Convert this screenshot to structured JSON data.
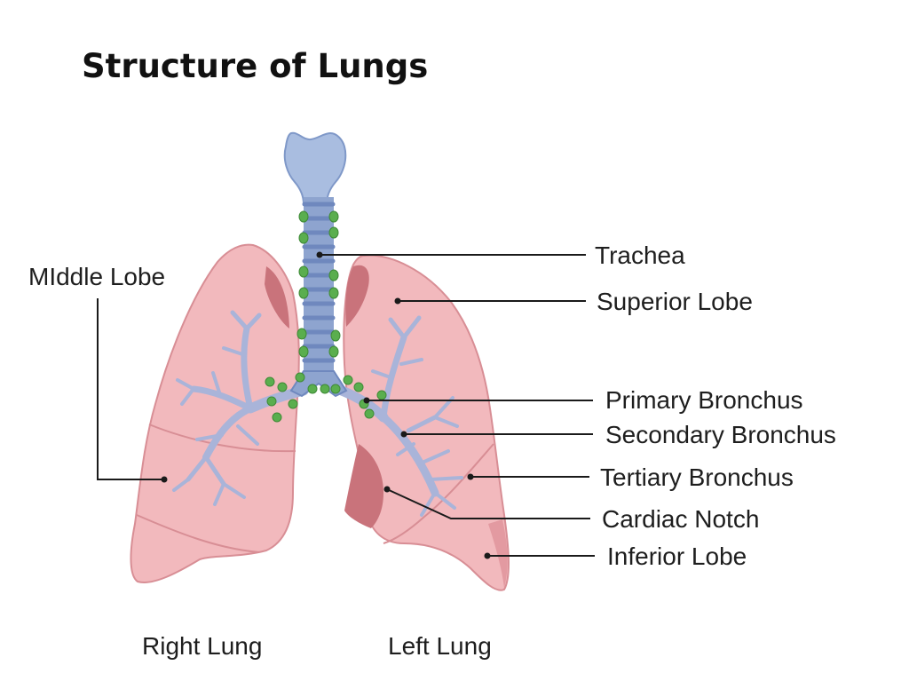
{
  "title": "Structure of Lungs",
  "labels": {
    "trachea": "Trachea",
    "superior_lobe": "Superior Lobe",
    "middle_lobe": "MIddle Lobe",
    "primary_bronchus": "Primary Bronchus",
    "secondary_bronchus": "Secondary Bronchus",
    "tertiary_bronchus": "Tertiary Bronchus",
    "cardiac_notch": "Cardiac Notch",
    "inferior_lobe": "Inferior Lobe",
    "right_lung": "Right Lung",
    "left_lung": "Left Lung"
  },
  "colors": {
    "lung_fill": "#f2b9bd",
    "lung_stroke": "#d88e95",
    "lung_dark": "#c9737b",
    "trachea_fill": "#8ea4cf",
    "trachea_ring": "#6f88be",
    "bronchi": "#a9b4d9",
    "lymph_node": "#5aae4e"
  }
}
